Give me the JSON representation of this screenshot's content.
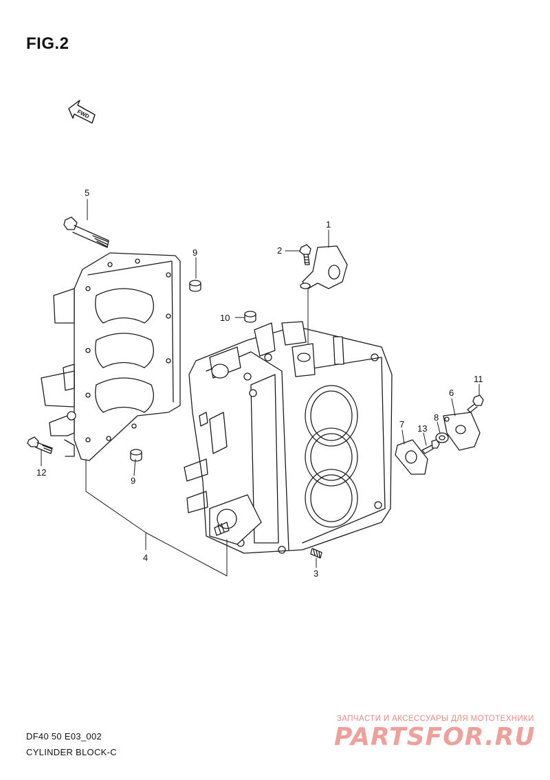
{
  "figure": {
    "title": "FIG.2"
  },
  "fwd_arrow": {
    "label": "FWD",
    "icon": "forward-arrow-icon"
  },
  "callouts": [
    {
      "id": "1",
      "label": "1"
    },
    {
      "id": "2",
      "label": "2"
    },
    {
      "id": "3",
      "label": "3"
    },
    {
      "id": "4",
      "label": "4"
    },
    {
      "id": "5",
      "label": "5"
    },
    {
      "id": "6",
      "label": "6"
    },
    {
      "id": "7",
      "label": "7"
    },
    {
      "id": "8",
      "label": "8"
    },
    {
      "id": "9a",
      "label": "9"
    },
    {
      "id": "9b",
      "label": "9"
    },
    {
      "id": "10",
      "label": "10"
    },
    {
      "id": "11",
      "label": "11"
    },
    {
      "id": "12",
      "label": "12"
    },
    {
      "id": "13",
      "label": "13"
    }
  ],
  "footer": {
    "model_code": "DF40 50 E03_002",
    "section_name": "CYLINDER BLOCK-C"
  },
  "watermark": {
    "tagline": "ЗАПЧАСТИ И АКСЕССУАРЫ ДЛЯ МОТОТЕХНИКИ",
    "logo_text": "PARTSFOR.RU"
  }
}
